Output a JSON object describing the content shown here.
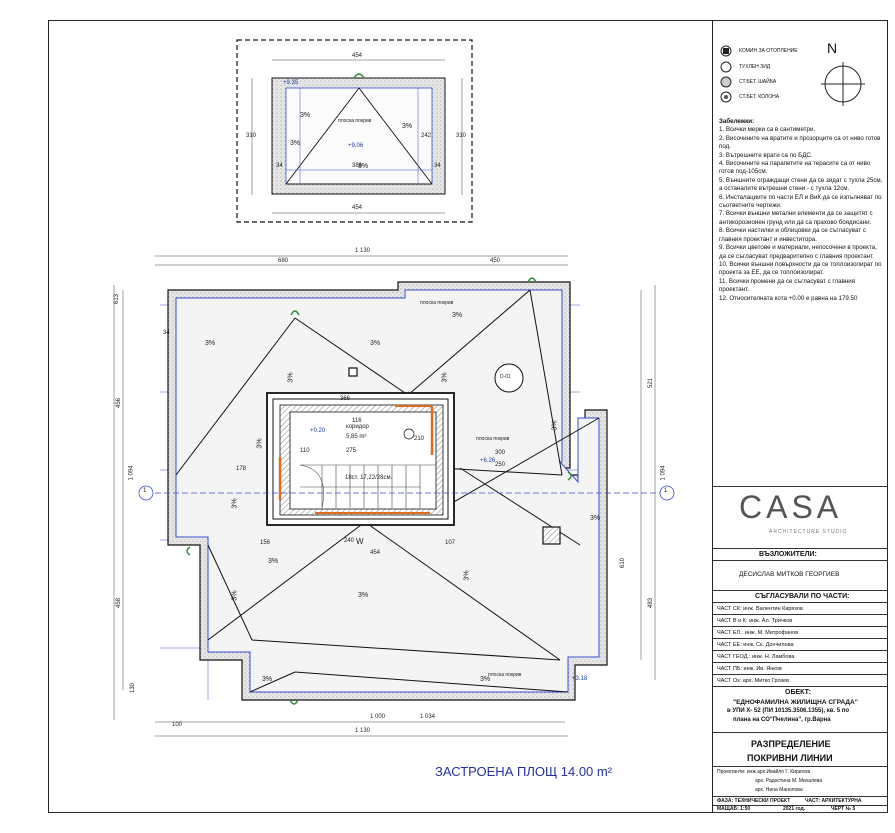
{
  "compass_label": "N",
  "legend": [
    {
      "label": "КОМИН ЗА ОТОПЛЕНИЕ",
      "icon": "chimney-icon"
    },
    {
      "label": "ТУХЛЕН ЗИД",
      "icon": "brick-wall-icon"
    },
    {
      "label": "СТ.БЕТ. ШАЙБА",
      "icon": "concrete-wall-icon"
    },
    {
      "label": "СТ.БЕТ. КОЛОНА",
      "icon": "concrete-column-icon"
    }
  ],
  "notes": {
    "title": "Забележки:",
    "items": [
      "1. Всички мерки са в сантиметри.",
      "2. Височините на вратите и прозорците са от ниво готов под.",
      "3. Вътрешните врати са по БДС.",
      "4. Височините на парапетите на терасите са от ниво готов под-105см.",
      "5. Външните ограждащи стени да се зидат с тухла 25см, а останалите вътрешни стени - с тухла 12см.",
      "6. Инсталациите по части ЕЛ и ВиК да се изпълняват по съответните чертежи.",
      "7. Всички външни метални елементи да се защитят с антикорозионен грунд или да са прахово боядисани.",
      "8. Всички настилки и облицовки да се съгласуват с главния проектант и инвеститора.",
      "9. Всички цветове и материали, непосочени в проекта, да се съгласуват предварително с главния проектант.",
      "10. Всички външни повърхности да се топлоизолират по проекта за ЕЕ, да се топлоизолират.",
      "11. Всички промени да се съгласуват с главния проектант.",
      "12. Относителната кота +0.00 е равна на 179.50"
    ]
  },
  "logo": {
    "name": "CASA",
    "subtitle": "ARCHITECTURE STUDIO"
  },
  "investors_title": "ВЪЗЛОЖИТЕЛИ:",
  "investor_name": "ДЕСИСЛАВ МИТКОВ ГЕОРГИЕВ",
  "agreed_title": "СЪГЛАСУВАЛИ ПО ЧАСТИ:",
  "agreed_parts": [
    "ЧАСТ СК: инж. Валентин Кирязов",
    "ЧАСТ В и К: инж. Ал. Тричков",
    "ЧАСТ ЕЛ.: инж. М. Митрофанов",
    "ЧАСТ ЕЕ: инж. Ск. Дончилова",
    "ЧАСТ ГЕОД.: инж. Н. Ламбова",
    "ЧАСТ ПБ: инж. Ив. Янков",
    "ЧАСТ Оз: арх. Митко Грозев"
  ],
  "object_title": "ОБЕКТ:",
  "object_lines": [
    "\"ЕДНОФАМИЛНА ЖИЛИЩНА СГРАДА\"",
    "в УПИ Х- 52 (ПИ 10135.3506.1355), кв. 5 по",
    "плана на СО\"Пчелина\", гр.Варна"
  ],
  "drawing_title_1": "РАЗПРЕДЕЛЕНИЕ",
  "drawing_title_2": "ПОКРИВНИ ЛИНИИ",
  "designers": [
    "Проектанти: инж.арх.Ивайло Г. Кирилов",
    "арх. Радостина М. Михалева",
    "арх. Нина Манолова"
  ],
  "phase": "ФАЗА: ТЕХНИЧЕСКИ ПРОЕКТ",
  "part": "ЧАСТ: АРХИТЕКТУРНА",
  "scale": "МАЩАБ: 1:50",
  "year": "2021 год.",
  "sheet": "ЧЕРТ № 5",
  "built_area": "ЗАСТРОЕНА ПЛОЩ 14.00 m²",
  "top_plan": {
    "dims": [
      "454",
      "454",
      "310",
      "310",
      "386",
      "34",
      "34",
      "242"
    ],
    "slopes": [
      "3%",
      "3%",
      "3%",
      "3%"
    ],
    "elev": [
      "+9.35",
      "+9.06"
    ],
    "label": "плоска покрив"
  },
  "main_plan": {
    "dims_top": [
      "1 130",
      "680",
      "450"
    ],
    "dims_bottom": [
      "1 000",
      "1 034",
      "1 130",
      "100"
    ],
    "dims_left": [
      "456",
      "458",
      "1 094",
      "130",
      "613"
    ],
    "dims_right": [
      "521",
      "483",
      "1 094",
      "610"
    ],
    "inner": [
      "366",
      "116",
      "275",
      "178",
      "156",
      "107",
      "454",
      "300",
      "250",
      "240",
      "110",
      "34"
    ],
    "room_name": "коридор",
    "room_area": "5,85 m²",
    "stair": "18ст. 17,22/28см.",
    "slopes": [
      "3%",
      "3%",
      "3%",
      "3%",
      "3%",
      "3%",
      "3%",
      "3%",
      "3%",
      "3%",
      "3%",
      "3%",
      "3%",
      "3%",
      "3%"
    ],
    "elev": [
      "+0.20",
      "+6.26",
      "+3.18"
    ],
    "roof_labels": [
      "плоска покрив",
      "плоска покрив",
      "плоска покрив"
    ],
    "axis": [
      "1",
      "1"
    ],
    "detail": "D-01",
    "door": "210",
    "w": "W"
  },
  "colors": {
    "blue": "#3a4fd0",
    "orange": "#e06b1a",
    "green": "#2c8a3c",
    "hatch": "#bdbdbd",
    "title": "#2530a0"
  }
}
